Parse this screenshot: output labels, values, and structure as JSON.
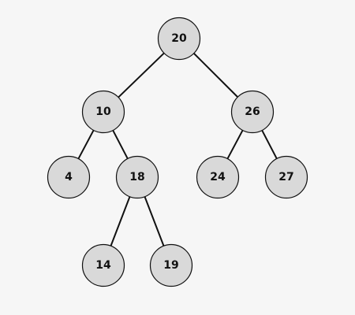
{
  "tree": {
    "nodes": [
      {
        "id": "n20",
        "label": "20"
      },
      {
        "id": "n10",
        "label": "10"
      },
      {
        "id": "n26",
        "label": "26"
      },
      {
        "id": "n4",
        "label": "4"
      },
      {
        "id": "n18",
        "label": "18"
      },
      {
        "id": "n24",
        "label": "24"
      },
      {
        "id": "n27",
        "label": "27"
      },
      {
        "id": "n14",
        "label": "14"
      },
      {
        "id": "n19",
        "label": "19"
      }
    ],
    "edges": [
      {
        "from": "n20",
        "to": "n10"
      },
      {
        "from": "n20",
        "to": "n26"
      },
      {
        "from": "n10",
        "to": "n4"
      },
      {
        "from": "n10",
        "to": "n18"
      },
      {
        "from": "n26",
        "to": "n24"
      },
      {
        "from": "n26",
        "to": "n27"
      },
      {
        "from": "n18",
        "to": "n14"
      },
      {
        "from": "n18",
        "to": "n19"
      }
    ]
  },
  "colors": {
    "background": "#f6f6f6",
    "node_fill": "#d9d9d9",
    "stroke": "#111111"
  }
}
